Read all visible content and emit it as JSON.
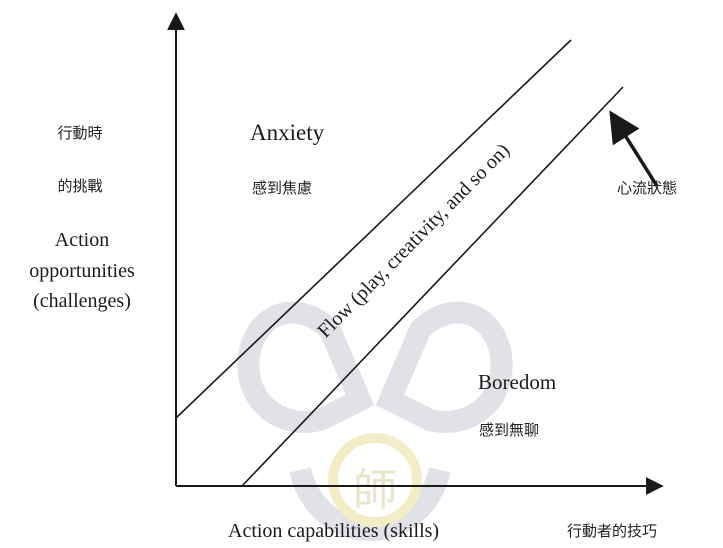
{
  "diagram": {
    "y_axis_label_zh": [
      "行動時",
      "的挑戰"
    ],
    "y_axis_label_en": [
      "Action",
      "opportunities",
      "(challenges)"
    ],
    "x_axis_label_en": "Action capabilities (skills)",
    "x_axis_label_zh": "行動者的技巧",
    "regions": {
      "anxiety": {
        "en": "Anxiety",
        "zh": "感到焦慮"
      },
      "boredom": {
        "en": "Boredom",
        "zh": "感到無聊"
      }
    },
    "flow_channel_label": "Flow (play, creativity, and so on)",
    "flow_state_callout": "心流狀態",
    "watermark_text": "師",
    "colors": {
      "ink": "#1a1a1a",
      "watermark": "#c9c9d6",
      "watermark_accent": "#e8df9a"
    }
  }
}
